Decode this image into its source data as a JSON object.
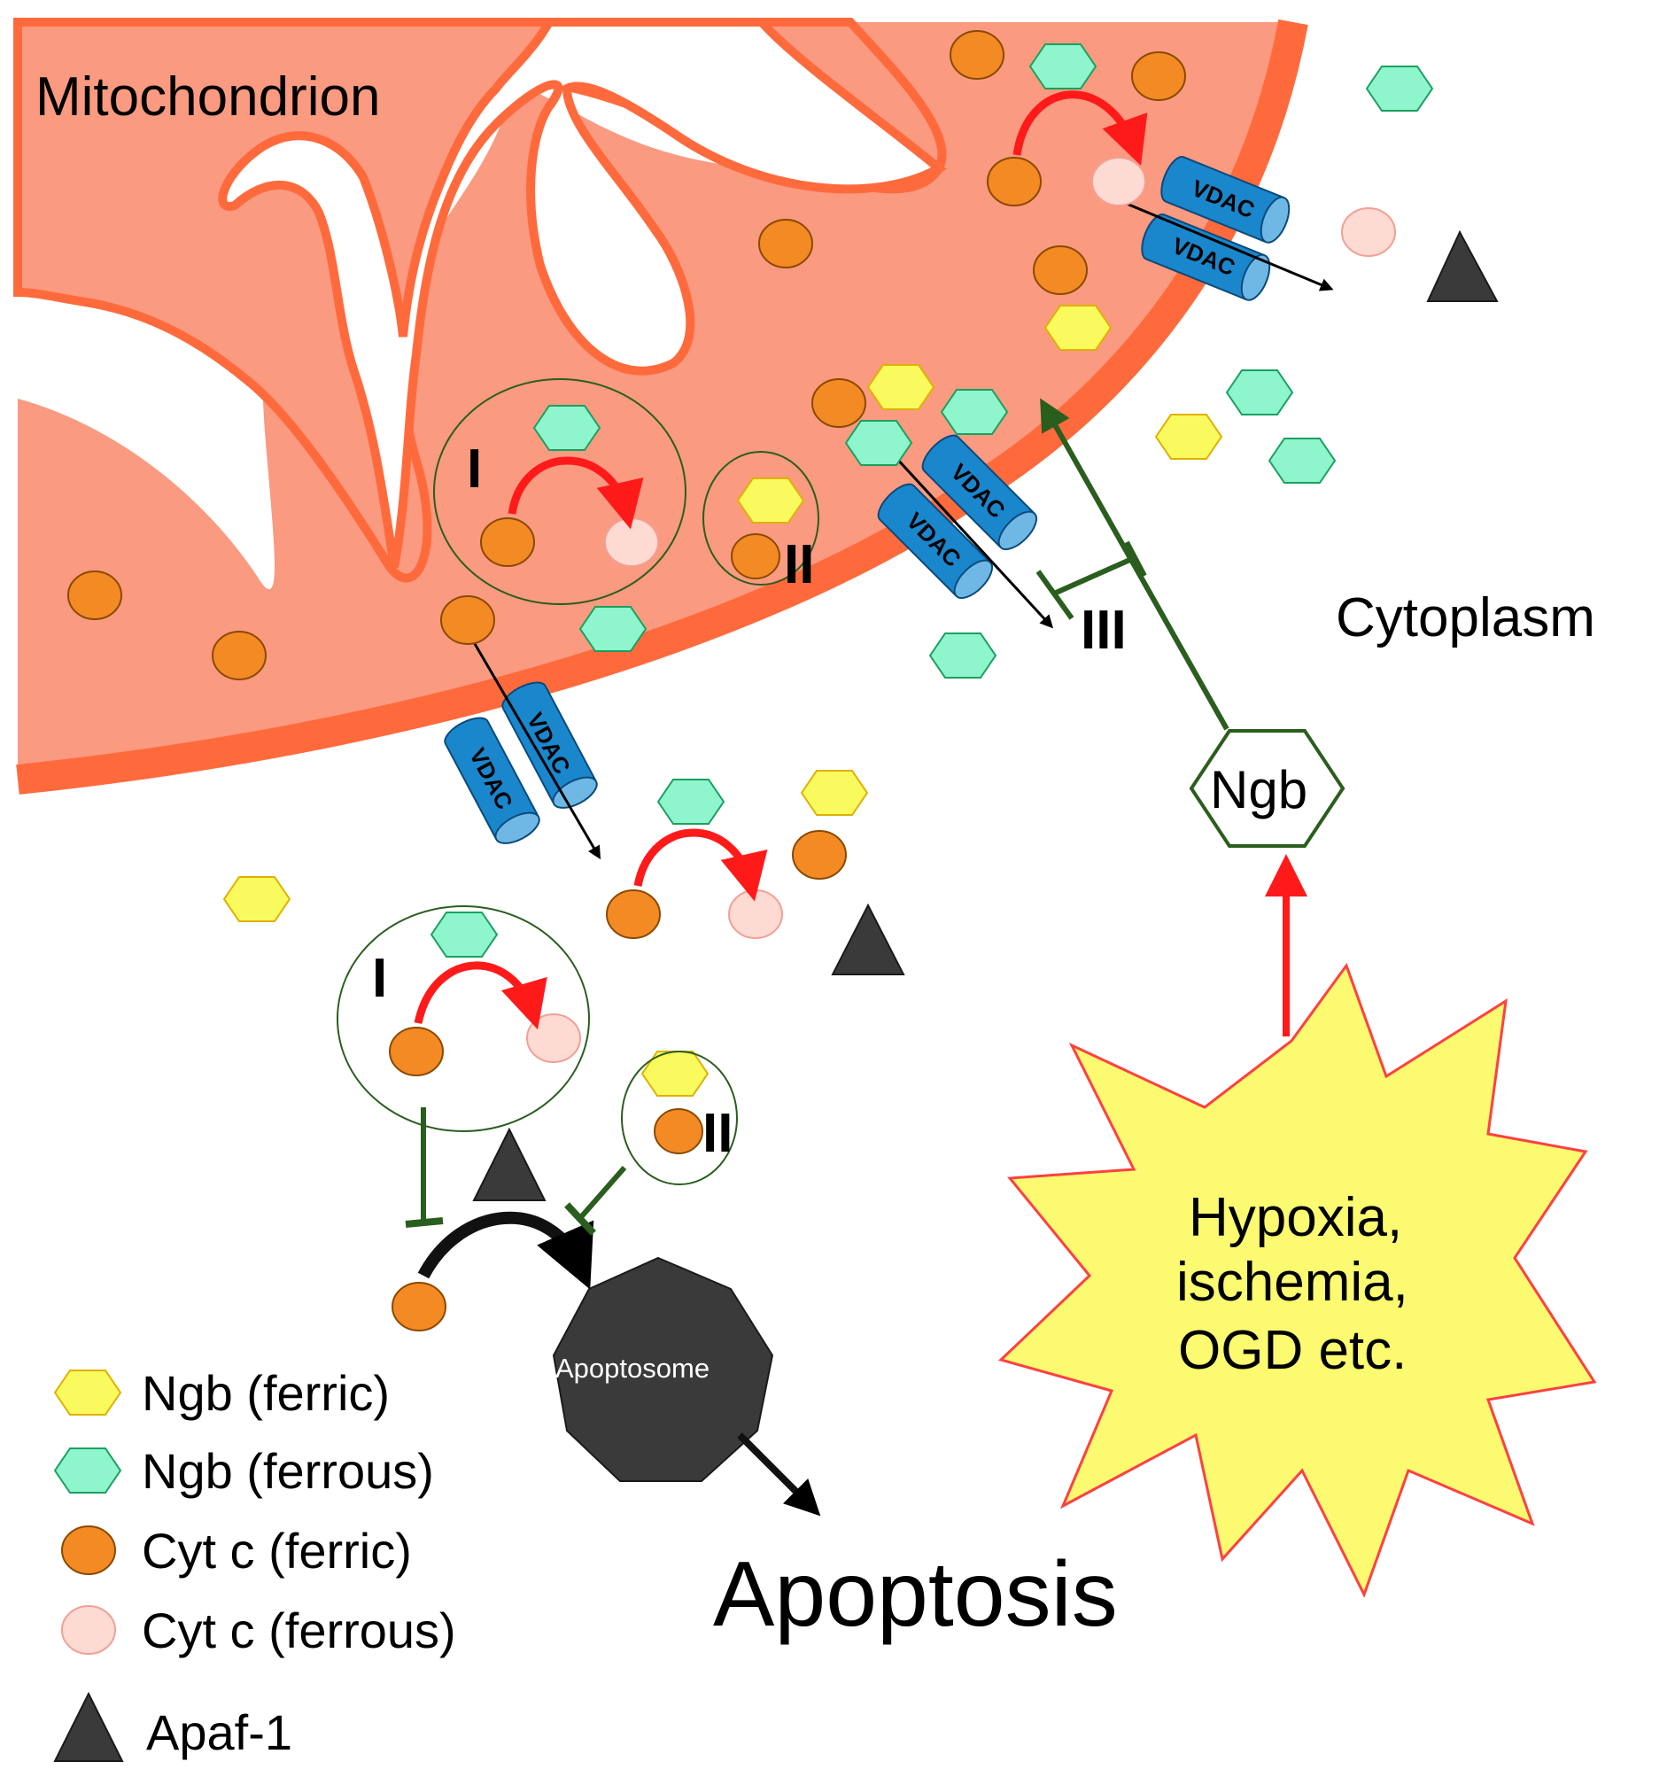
{
  "labels": {
    "mitochondrion": "Mitochondrion",
    "cytoplasm": "Cytoplasm",
    "apoptosis": "Apoptosis",
    "apoptosome": "Apoptosome",
    "ngb": "Ngb",
    "stress": [
      "Hypoxia,",
      "ischemia,",
      "OGD etc."
    ],
    "vdac": "VDAC",
    "roman_one": "I",
    "roman_two": "II",
    "roman_three": "III"
  },
  "legend": [
    {
      "symbol": "ngb-ferric",
      "label": "Ngb (ferric)"
    },
    {
      "symbol": "ngb-ferrous",
      "label": "Ngb (ferrous)"
    },
    {
      "symbol": "cytc-ferric",
      "label": "Cyt c (ferric)"
    },
    {
      "symbol": "cytc-ferrous",
      "label": "Cyt c (ferrous)"
    },
    {
      "symbol": "apaf1",
      "label": "Apaf-1"
    }
  ],
  "colors": {
    "membrane": "#ff6a3d",
    "matrix": "#fa9a80",
    "vdac": "#1a86cc",
    "ngb_ferric": "#f8fa5e",
    "ngb_ferrous": "#8ff5cc",
    "cytc_ferric": "#f48a24",
    "cytc_ferrous": "#fddad2",
    "apaf1": "#3a3a3a",
    "inhibit": "#2a5e1e",
    "red_arrow": "#ff1a1a",
    "starburst": "#fbfa70"
  }
}
